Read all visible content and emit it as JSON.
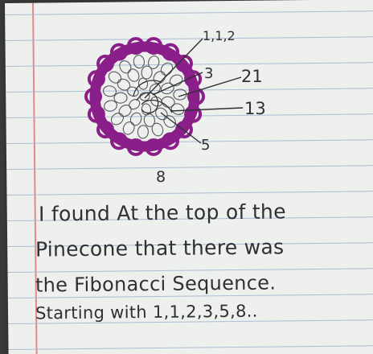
{
  "drawing": {
    "labels": {
      "first": "1,1,2",
      "three": "3",
      "twentyone": "21",
      "thirteen": "13",
      "five": "5",
      "eight": "8"
    },
    "colors": {
      "outline": "#8a1f8a",
      "pencil": "#55575c",
      "ink": "#2f3034"
    }
  },
  "note": {
    "lines": [
      "I found At the top of the",
      "Pinecone that there was",
      "the Fibonacci Sequence.",
      "Starting with 1,1,2,3,5,8.."
    ]
  }
}
